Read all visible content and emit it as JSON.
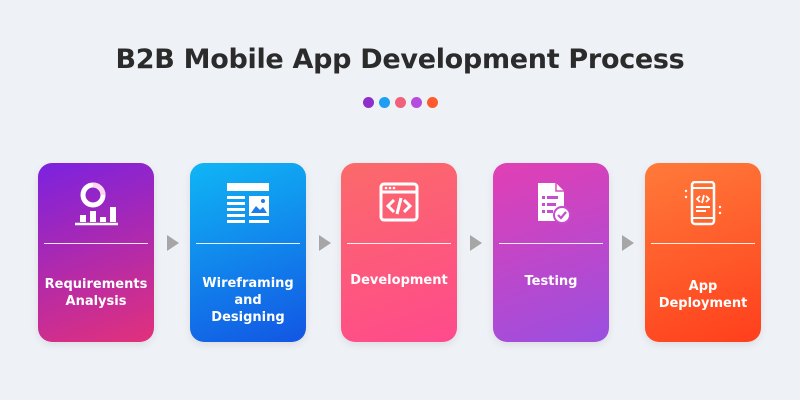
{
  "title": "B2B Mobile App Development Process",
  "accent_dots": [
    "#8e2fc9",
    "#1e9ff2",
    "#f0607c",
    "#b44ce0",
    "#ff5a2e"
  ],
  "steps": [
    {
      "label": "Requirements\nAnalysis",
      "icon": "analysis-chart-icon",
      "gradient": [
        "#7b22e0",
        "#e2317b"
      ]
    },
    {
      "label": "Wireframing\nand\nDesigning",
      "icon": "wireframe-layout-icon",
      "gradient": [
        "#10b6f5",
        "#1256e3"
      ]
    },
    {
      "label": "Development",
      "icon": "code-window-icon",
      "gradient": [
        "#fb6a6a",
        "#ff4a8c"
      ]
    },
    {
      "label": "Testing",
      "icon": "test-document-check-icon",
      "gradient": [
        "#e23fb4",
        "#9a4fe0"
      ]
    },
    {
      "label": "App\nDeployment",
      "icon": "mobile-code-icon",
      "gradient": [
        "#ff7a3a",
        "#ff3f1c"
      ]
    }
  ]
}
